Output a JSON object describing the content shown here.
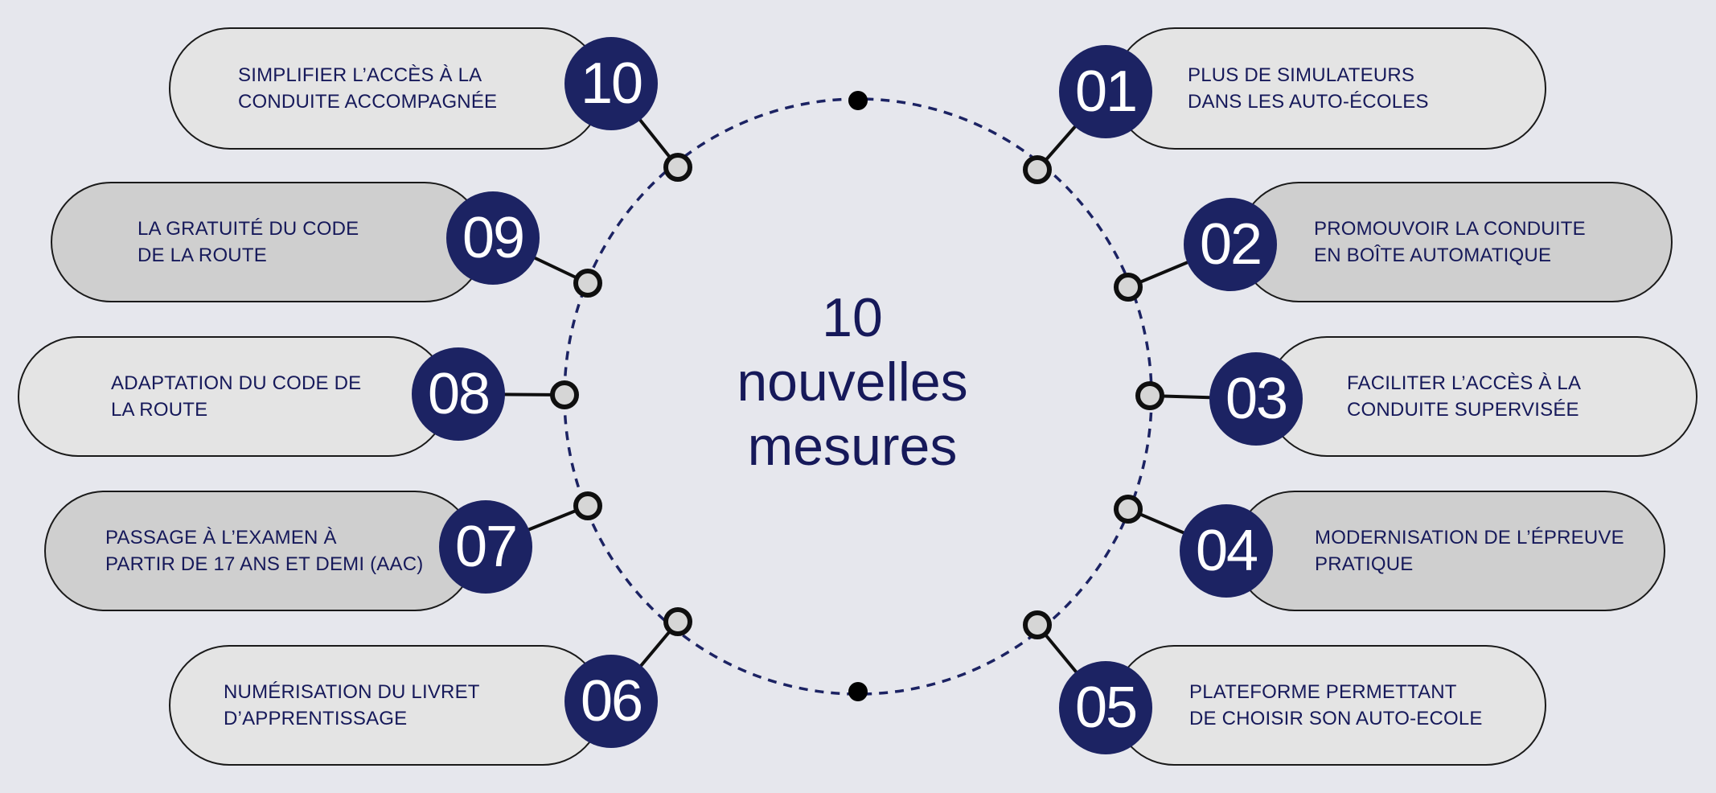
{
  "title": {
    "number": "10",
    "line1": "nouvelles",
    "line2": "mesures"
  },
  "colors": {
    "background": "#e6e7ed",
    "badge": "#1c2363",
    "text": "#16195a",
    "pill_light": "#e4e4e4",
    "pill_dark": "#cfcfcf",
    "dashes": "#1c2363"
  },
  "measures": [
    {
      "number": "01",
      "text": "PLUS DE SIMULATEURS\nDANS LES AUTO-ÉCOLES"
    },
    {
      "number": "02",
      "text": "PROMOUVOIR LA CONDUITE\nEN BOÎTE AUTOMATIQUE"
    },
    {
      "number": "03",
      "text": "FACILITER L’ACCÈS À LA\nCONDUITE SUPERVISÉE"
    },
    {
      "number": "04",
      "text": "MODERNISATION DE L’ÉPREUVE\nPRATIQUE"
    },
    {
      "number": "05",
      "text": "PLATEFORME PERMETTANT\nDE CHOISIR SON AUTO-ECOLE"
    },
    {
      "number": "06",
      "text": "NUMÉRISATION DU LIVRET\nD’APPRENTISSAGE"
    },
    {
      "number": "07",
      "text": "PASSAGE À L’EXAMEN À\nPARTIR DE 17 ANS ET DEMI (AAC)"
    },
    {
      "number": "08",
      "text": "ADAPTATION DU CODE DE\nLA ROUTE"
    },
    {
      "number": "09",
      "text": "LA GRATUITÉ DU CODE\nDE LA ROUTE"
    },
    {
      "number": "10",
      "text": "SIMPLIFIER L’ACCÈS À LA\nCONDUITE ACCOMPAGNÉE"
    }
  ]
}
